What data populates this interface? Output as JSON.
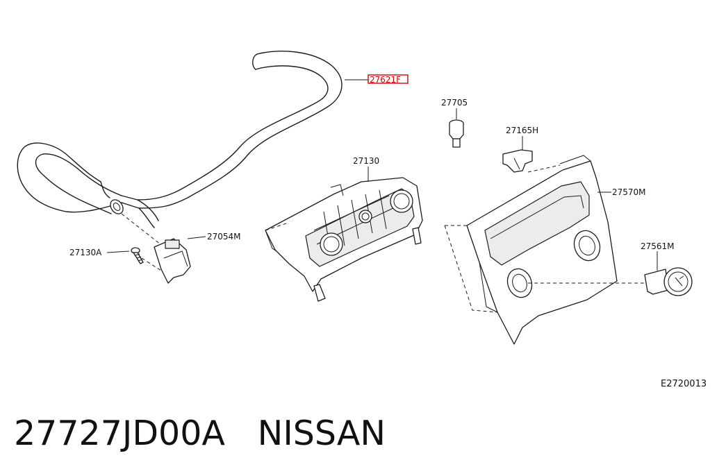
{
  "callouts": {
    "hose": "27621F",
    "clip": "27705",
    "bracket": "27165H",
    "control_unit": "27130",
    "finisher": "27570M",
    "switch": "27561M",
    "sensor": "27054M",
    "screw": "27130A"
  },
  "diagram_code": "E2720013",
  "part_number": "27727JD00A",
  "brand": "NISSAN",
  "colors": {
    "highlight": "#d40000",
    "ink": "#1a1a1a"
  }
}
